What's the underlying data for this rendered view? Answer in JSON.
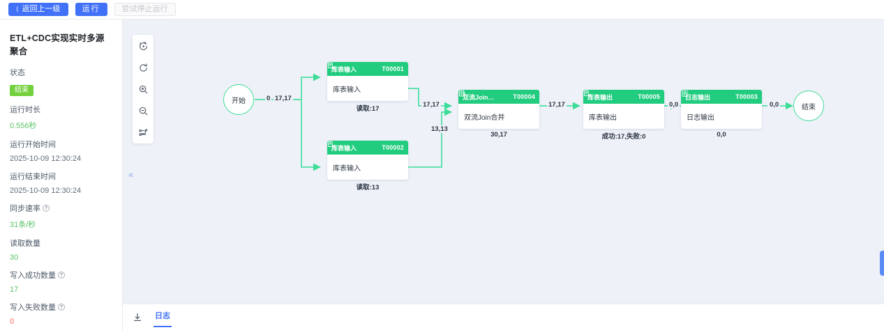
{
  "toolbar": {
    "back_label": "返回上一级",
    "back_icon": "chevron-left-icon",
    "run_label": "运行",
    "stop_label": "尝试停止运行"
  },
  "sidebar": {
    "job_title": "ETL+CDC实现实时多源聚合",
    "fields": [
      {
        "label": "状态",
        "value": "结束",
        "type": "badge"
      },
      {
        "label": "运行时长",
        "value": "0.556秒",
        "type": "green"
      },
      {
        "label": "运行开始时间",
        "value": "2025-10-09 12:30:24",
        "type": "plain"
      },
      {
        "label": "运行结束时间",
        "value": "2025-10-09 12:30:24",
        "type": "plain"
      },
      {
        "label": "同步速率",
        "value": "31条/秒",
        "type": "green",
        "help": true
      },
      {
        "label": "读取数量",
        "value": "30",
        "type": "green"
      },
      {
        "label": "写入成功数量",
        "value": "17",
        "type": "green",
        "help": true
      },
      {
        "label": "写入失败数量",
        "value": "0",
        "type": "red",
        "help": true
      }
    ]
  },
  "canvas": {
    "tools": [
      {
        "name": "history-replay-icon"
      },
      {
        "name": "refresh-icon"
      },
      {
        "name": "zoom-in-icon"
      },
      {
        "name": "zoom-out-icon"
      },
      {
        "name": "layout-fit-icon"
      }
    ],
    "collapse_glyph": "«",
    "accent_node": "#22cc7f",
    "accent_edge": "#4ee0a5",
    "background": "#eef1f8"
  },
  "graph": {
    "start_node": {
      "label": "开始"
    },
    "end_node": {
      "label": "结束"
    },
    "nodes": [
      {
        "id": "T00001",
        "head_title": "库表输入",
        "icon": "table-input-icon",
        "body": "库表输入",
        "footer": "读取:17"
      },
      {
        "id": "T00002",
        "head_title": "库表输入",
        "icon": "table-input-icon",
        "body": "库表输入",
        "footer": "读取:13"
      },
      {
        "id": "T00004",
        "head_title": "双流Join…",
        "icon": "join-icon",
        "body": "双流Join合并",
        "footer": "30,17"
      },
      {
        "id": "T00005",
        "head_title": "库表输出",
        "icon": "table-output-icon",
        "body": "库表输出",
        "footer": "成功:17,失败:0"
      },
      {
        "id": "T00003",
        "head_title": "日志输出",
        "icon": "log-output-icon",
        "body": "日志输出",
        "footer": "0,0"
      }
    ],
    "edge_labels": [
      {
        "key": "start_count",
        "text": "0"
      },
      {
        "key": "start_split",
        "text": "17,17"
      },
      {
        "key": "t1_to_join",
        "text": "17,17"
      },
      {
        "key": "t2_to_join",
        "text": "13,13"
      },
      {
        "key": "join_to_out",
        "text": "17,17"
      },
      {
        "key": "out_to_log",
        "text": "0,0"
      },
      {
        "key": "log_to_end",
        "text": "0,0"
      }
    ]
  },
  "bottom": {
    "download_icon": "download-icon",
    "tab_log": "日志"
  }
}
